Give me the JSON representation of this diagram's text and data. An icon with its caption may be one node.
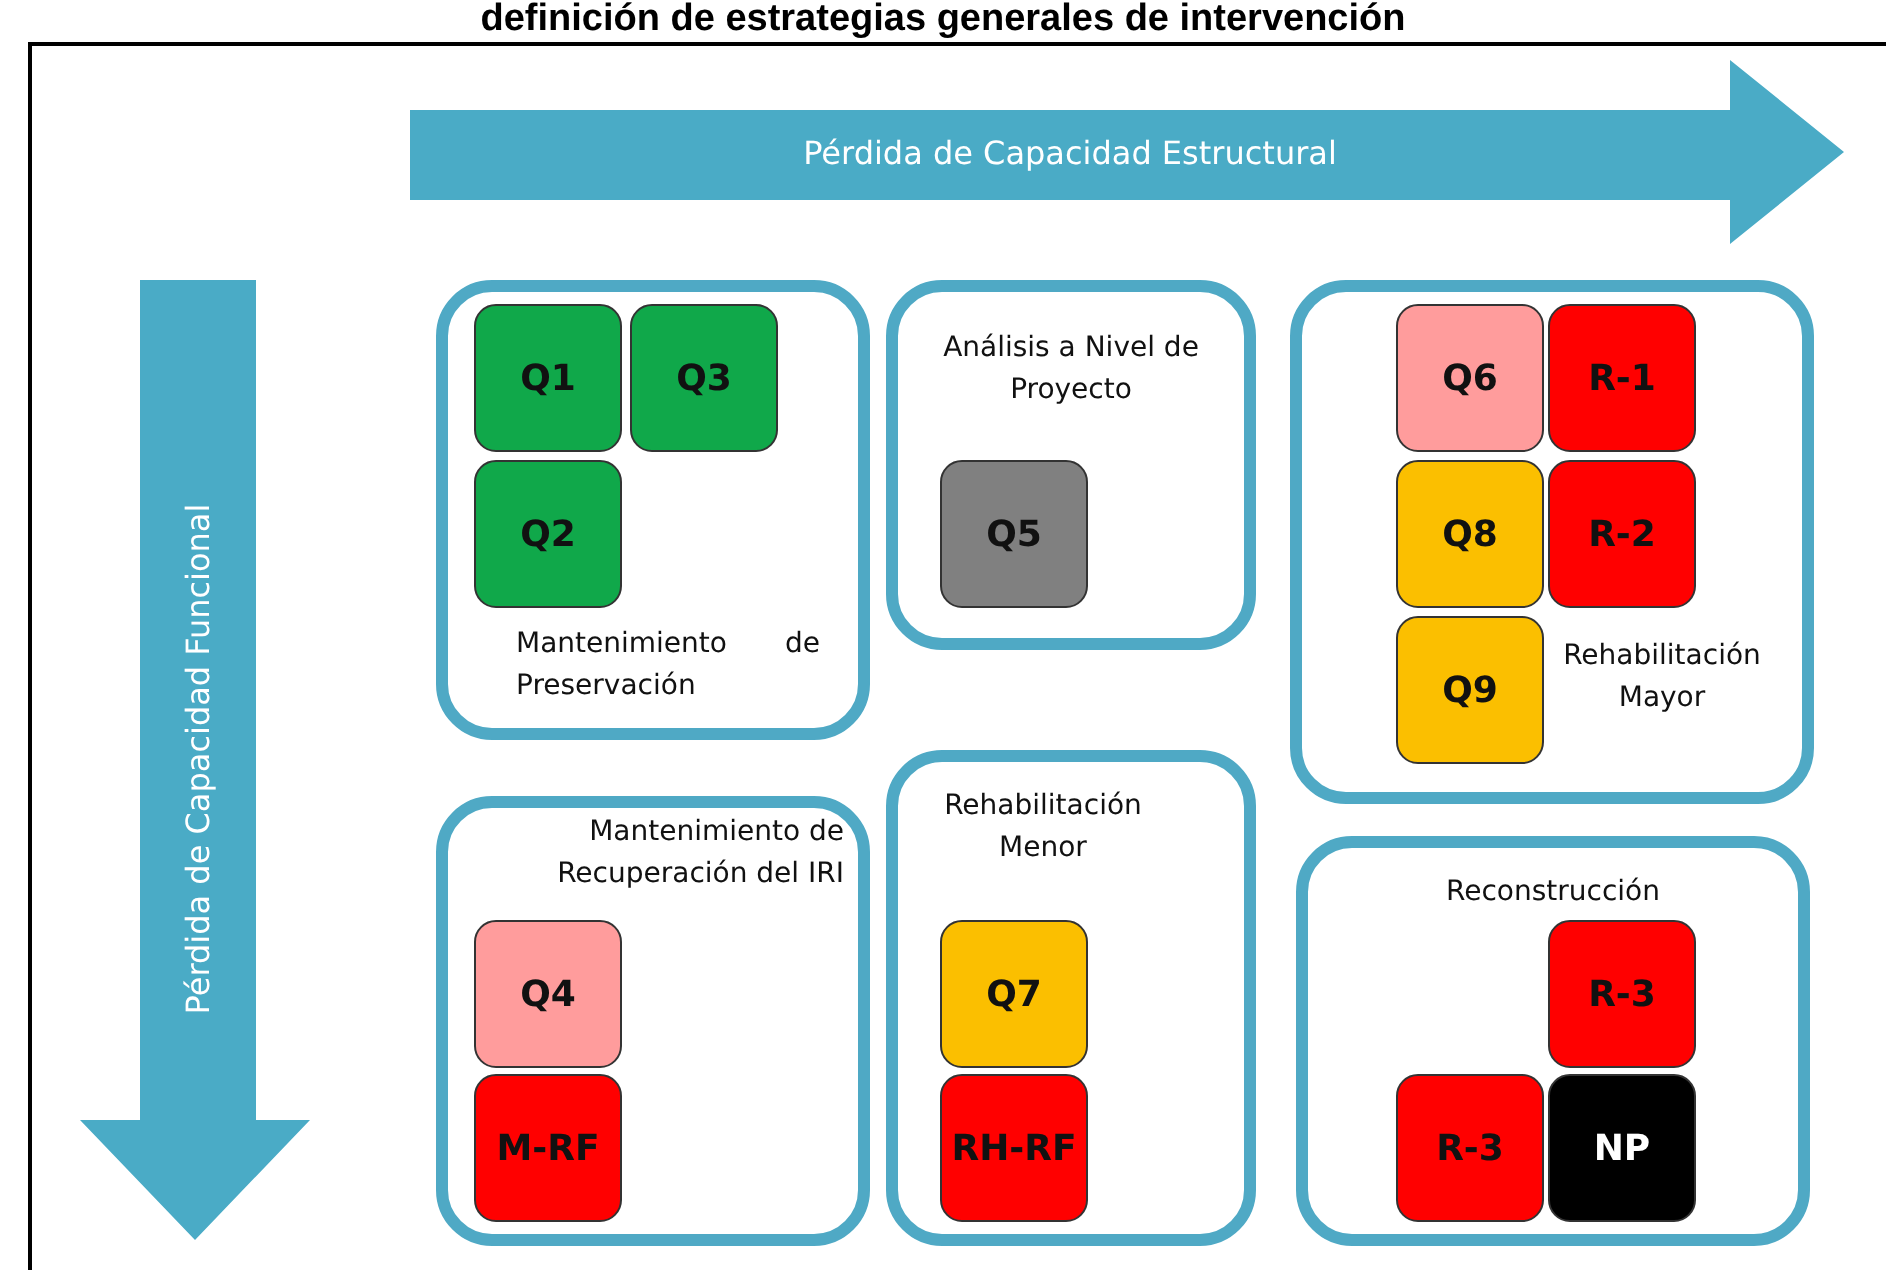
{
  "diagram": {
    "title": "definición de estrategias generales de intervención",
    "nodes": [
      {
        "text": [
          "Pérdida de Capacidad Estructural"
        ]
      },
      {
        "text": [
          "Pérdida de Capacidad Funcional"
        ]
      },
      {
        "text": [
          "Mantenimiento de Preservación"
        ]
      },
      {
        "text": [
          "Q1"
        ],
        "in": 2
      },
      {
        "text": [
          "Q3"
        ],
        "in": 2
      },
      {
        "text": [
          "Q2"
        ],
        "in": 2
      },
      {
        "text": [
          "Análisis a Nivel de Proyecto"
        ]
      },
      {
        "text": [
          "Q5"
        ],
        "in": 6
      },
      {
        "text": [
          "Rehabilitación Mayor"
        ]
      },
      {
        "text": [
          "Q6"
        ],
        "in": 8
      },
      {
        "text": [
          "R-1"
        ],
        "in": 8
      },
      {
        "text": [
          "Q8"
        ],
        "in": 8
      },
      {
        "text": [
          "R-2"
        ],
        "in": 8
      },
      {
        "text": [
          "Q9"
        ],
        "in": 8
      },
      {
        "text": [
          "Mantenimiento de Recuperación del IRI"
        ]
      },
      {
        "text": [
          "Q4"
        ],
        "in": 14
      },
      {
        "text": [
          "M-RF"
        ],
        "in": 14
      },
      {
        "text": [
          "Rehabilitación Menor"
        ]
      },
      {
        "text": [
          "Q7"
        ],
        "in": 17
      },
      {
        "text": [
          "RH-RF"
        ],
        "in": 17
      },
      {
        "text": [
          "Reconstrucción"
        ]
      },
      {
        "text": [
          "R-3"
        ],
        "in": 20
      },
      {
        "text": [
          "R-3"
        ],
        "in": 20
      },
      {
        "text": [
          "NP"
        ],
        "in": 20
      }
    ],
    "edges": []
  }
}
